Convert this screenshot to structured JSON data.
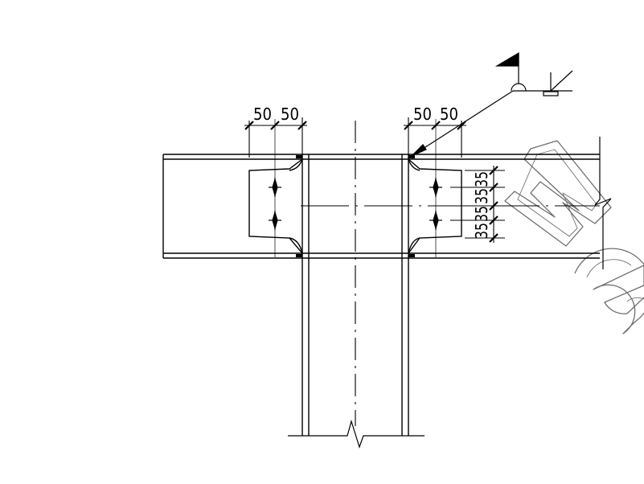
{
  "drawing": {
    "line_color": "#000000",
    "watermark_color": "#6f6f6f",
    "dimensions_top_left": [
      "50",
      "50"
    ],
    "dimensions_top_right": [
      "50",
      "50"
    ],
    "dimensions_vertical": [
      "35",
      "35",
      "35",
      "35"
    ],
    "watermark_text": "we"
  }
}
